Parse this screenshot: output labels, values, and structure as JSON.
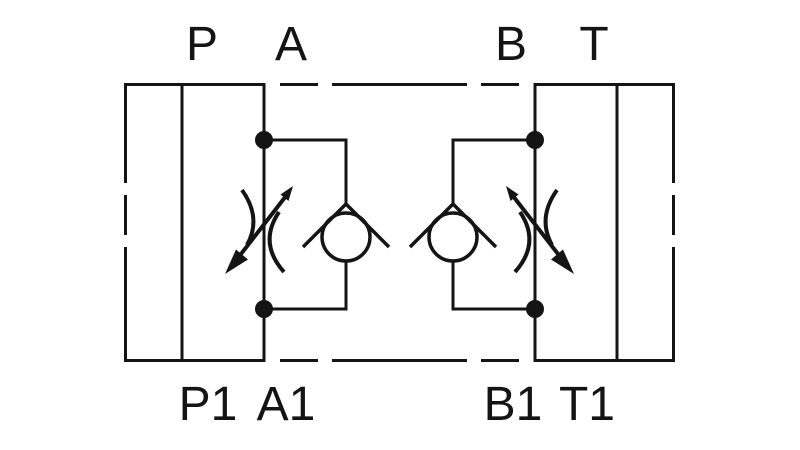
{
  "ports": {
    "top": [
      "P",
      "A",
      "B",
      "T"
    ],
    "bottom": [
      "P1",
      "A1",
      "B1",
      "T1"
    ]
  },
  "colors": {
    "line": "#141414",
    "background": "#ffffff"
  }
}
